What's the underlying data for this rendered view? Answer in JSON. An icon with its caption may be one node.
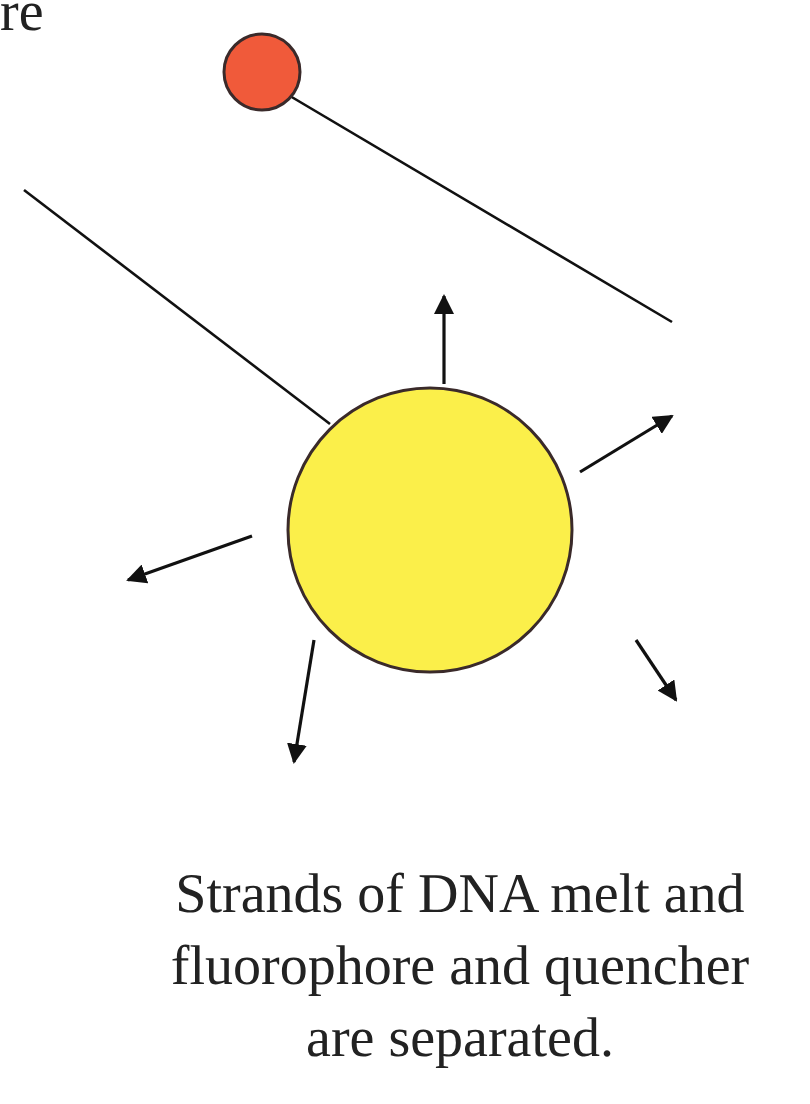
{
  "diagram": {
    "caption": "Strands of DNA melt and fluorophore and quencher are separated.",
    "nodes": [
      {
        "text": [],
        "shape": "circle"
      },
      {
        "text": [],
        "shape": "circle"
      }
    ],
    "labels": [
      "re"
    ]
  }
}
